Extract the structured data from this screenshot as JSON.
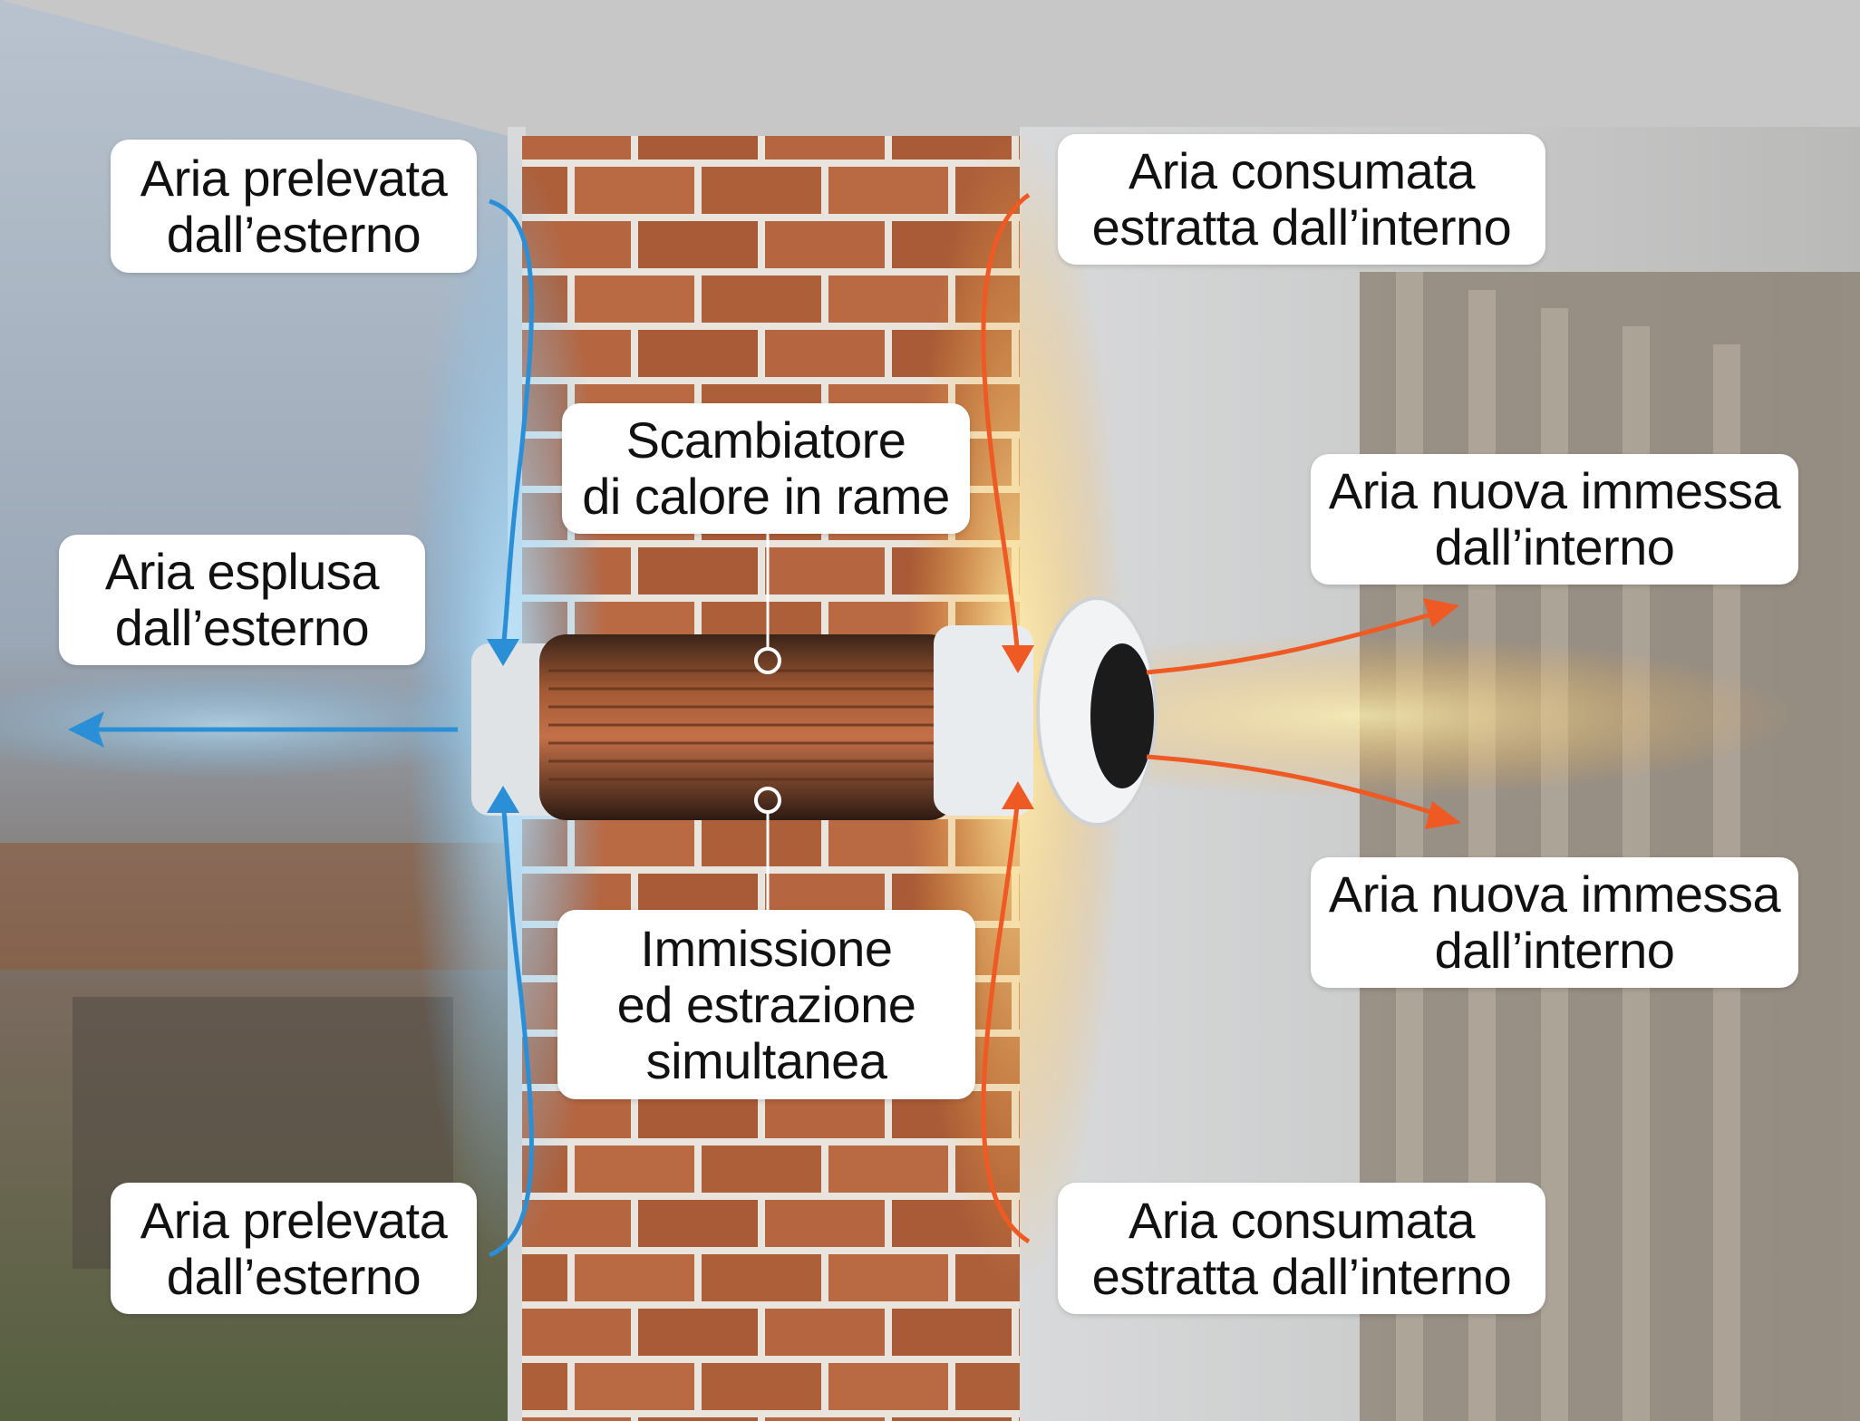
{
  "labels": {
    "intake_top": {
      "line1": "Aria prelevata",
      "line2": "dall’esterno"
    },
    "exhaust_outside": {
      "line1": "Aria esplusa",
      "line2": "dall’esterno"
    },
    "intake_bottom": {
      "line1": "Aria prelevata",
      "line2": "dall’esterno"
    },
    "heat_exchanger": {
      "line1": "Scambiatore",
      "line2": "di calore in rame"
    },
    "simultaneous": {
      "line1": "Immissione",
      "line2": "ed estrazione",
      "line3": "simultanea"
    },
    "extract_top": {
      "line1": "Aria consumata",
      "line2": "estratta dall’interno"
    },
    "supply_top": {
      "line1": "Aria nuova immessa",
      "line2": "dall’interno"
    },
    "supply_bottom": {
      "line1": "Aria nuova immessa",
      "line2": "dall’interno"
    },
    "extract_bottom": {
      "line1": "Aria consumata",
      "line2": "estratta dall’interno"
    }
  },
  "colors": {
    "cold": "#2a8fd6",
    "warm": "#ef5a24",
    "brick": "#b4643d",
    "copper": "#a0522d"
  }
}
